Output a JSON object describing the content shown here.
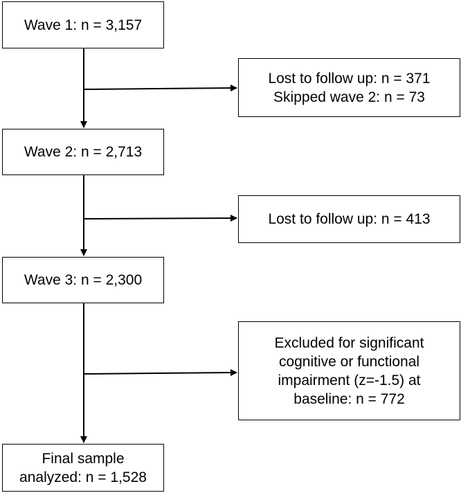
{
  "flowchart": {
    "main_boxes": [
      {
        "lines": [
          "Wave 1: n = 3,157"
        ]
      },
      {
        "lines": [
          "Wave 2: n = 2,713"
        ]
      },
      {
        "lines": [
          "Wave 3: n = 2,300"
        ]
      },
      {
        "lines": [
          "Final sample",
          "analyzed: n = 1,528"
        ]
      }
    ],
    "side_boxes": [
      {
        "lines": [
          "Lost to follow up: n = 371",
          "Skipped wave 2: n = 73"
        ]
      },
      {
        "lines": [
          "Lost to follow up: n = 413"
        ]
      },
      {
        "lines": [
          "Excluded for significant",
          "cognitive or functional",
          "impairment (z=-1.5) at",
          "baseline: n = 772"
        ]
      }
    ],
    "colors": {
      "stroke": "#000000",
      "background": "#ffffff"
    }
  }
}
